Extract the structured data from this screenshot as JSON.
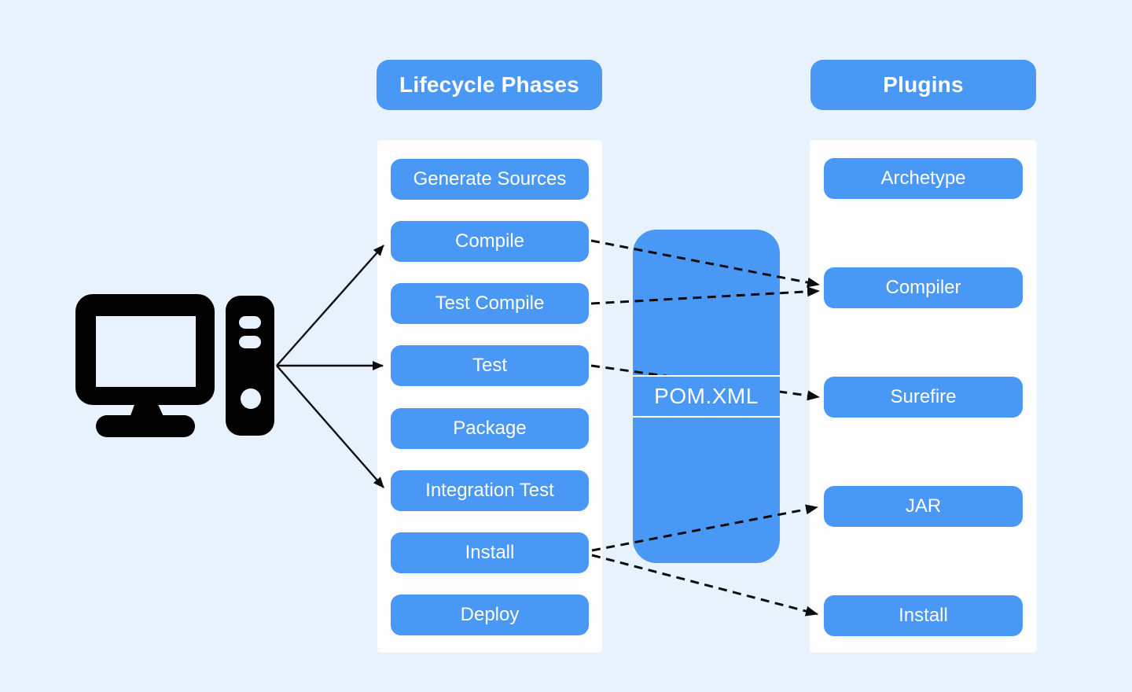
{
  "colors": {
    "background": "#e7f2fd",
    "accent_blue": "#4a98f5",
    "panel_white": "#fdfdfe",
    "arrow_black": "#0d0d0d",
    "text_white": "#ffffff"
  },
  "icons": {
    "computer": "desktop-computer-icon"
  },
  "lifecycle": {
    "header": "Lifecycle Phases",
    "phases": [
      "Generate Sources",
      "Compile",
      "Test Compile",
      "Test",
      "Package",
      "Integration Test",
      "Install",
      "Deploy"
    ]
  },
  "plugins": {
    "header": "Plugins",
    "items": [
      "Archetype",
      "Compiler",
      "Surefire",
      "JAR",
      "Install"
    ]
  },
  "pom": {
    "label": "POM.XML"
  },
  "connections": {
    "solid": [
      {
        "from": "computer",
        "to": "Compile"
      },
      {
        "from": "computer",
        "to": "Test"
      },
      {
        "from": "computer",
        "to": "Integration Test"
      }
    ],
    "dashed": [
      {
        "from": "Compile",
        "to": "Compiler"
      },
      {
        "from": "Test Compile",
        "to": "Compiler"
      },
      {
        "from": "Test",
        "to": "Surefire",
        "passes_behind": "POM.XML"
      },
      {
        "from": "Install",
        "to": "JAR"
      },
      {
        "from": "Install",
        "to": "Install"
      }
    ]
  }
}
